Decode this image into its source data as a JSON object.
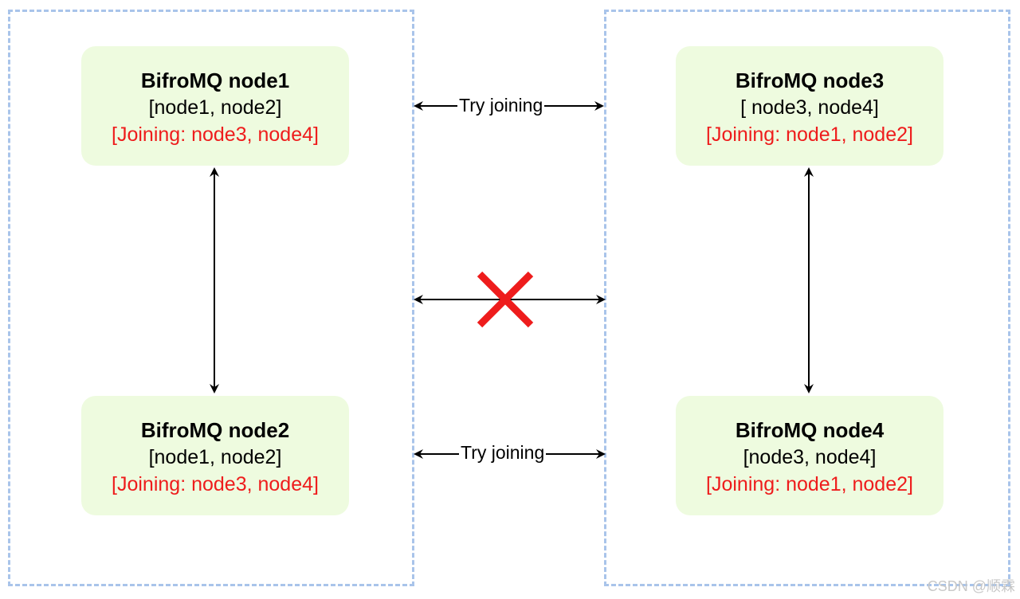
{
  "nodes": {
    "node1": {
      "title": "BifroMQ node1",
      "members": "[node1, node2]",
      "joining": "[Joining: node3, node4]"
    },
    "node2": {
      "title": "BifroMQ node2",
      "members": "[node1, node2]",
      "joining": "[Joining: node3, node4]"
    },
    "node3": {
      "title": "BifroMQ node3",
      "members": "[ node3, node4]",
      "joining": "[Joining: node1, node2]"
    },
    "node4": {
      "title": "BifroMQ node4",
      "members": "[node3, node4]",
      "joining": "[Joining: node1, node2]"
    }
  },
  "edges": {
    "top_label": "Try joining",
    "bottom_label": "Try joining",
    "middle_status": "blocked"
  },
  "colors": {
    "node_fill": "#eefbdf",
    "cluster_border": "#a9c4ea",
    "joining_text": "#ee1c1c",
    "cross": "#ee1c1c"
  },
  "watermark": "CSDN @顺霖"
}
